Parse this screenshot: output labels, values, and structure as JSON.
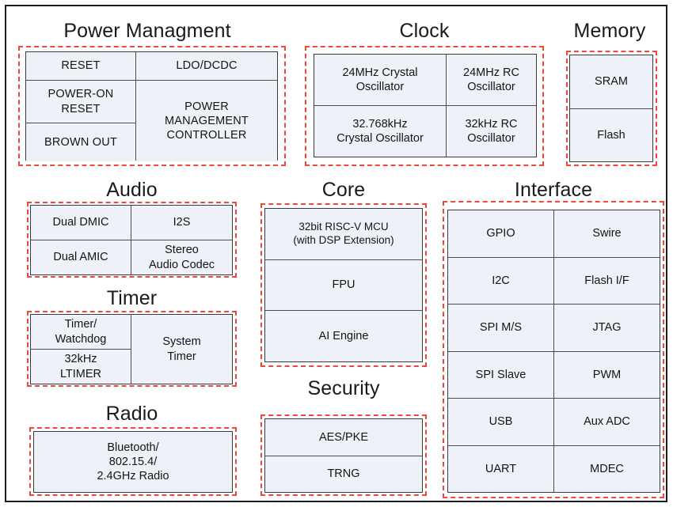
{
  "diagram": {
    "type": "soc-block-diagram",
    "frame_color": "#1d1d1d",
    "group_border_color": "#f2453d",
    "block_fill_color": "#eef1f7",
    "block_border_color": "#3a3a3a",
    "groups": [
      {
        "id": "power-management",
        "title": "Power Managment",
        "blocks": [
          {
            "label": "RESET"
          },
          {
            "label": "LDO/DCDC"
          },
          {
            "label": "POWER-ON\nRESET"
          },
          {
            "label": "POWER\nMANAGEMENT\nCONTROLLER"
          },
          {
            "label": "BROWN OUT"
          }
        ]
      },
      {
        "id": "clock",
        "title": "Clock",
        "blocks": [
          {
            "label": "24MHz Crystal\nOscillator"
          },
          {
            "label": "24MHz RC\nOscillator"
          },
          {
            "label": "32.768kHz\nCrystal Oscillator"
          },
          {
            "label": "32kHz RC\nOscillator"
          }
        ]
      },
      {
        "id": "memory",
        "title": "Memory",
        "blocks": [
          {
            "label": "SRAM"
          },
          {
            "label": "Flash"
          }
        ]
      },
      {
        "id": "audio",
        "title": "Audio",
        "blocks": [
          {
            "label": "Dual DMIC"
          },
          {
            "label": "I2S"
          },
          {
            "label": "Dual AMIC"
          },
          {
            "label": "Stereo\nAudio Codec"
          }
        ]
      },
      {
        "id": "timer",
        "title": "Timer",
        "blocks": [
          {
            "label": "Timer/\nWatchdog"
          },
          {
            "label": "System\nTimer"
          },
          {
            "label": "32kHz\nLTIMER"
          }
        ]
      },
      {
        "id": "radio",
        "title": "Radio",
        "blocks": [
          {
            "label": "Bluetooth/\n802.15.4/\n2.4GHz Radio"
          }
        ]
      },
      {
        "id": "core",
        "title": "Core",
        "blocks": [
          {
            "label": "32bit RISC-V MCU\n(with DSP Extension)"
          },
          {
            "label": "FPU"
          },
          {
            "label": "AI Engine"
          }
        ]
      },
      {
        "id": "security",
        "title": "Security",
        "blocks": [
          {
            "label": "AES/PKE"
          },
          {
            "label": "TRNG"
          }
        ]
      },
      {
        "id": "interface",
        "title": "Interface",
        "blocks": [
          {
            "label": "GPIO"
          },
          {
            "label": "Swire"
          },
          {
            "label": "I2C"
          },
          {
            "label": "Flash I/F"
          },
          {
            "label": "SPI M/S"
          },
          {
            "label": "JTAG"
          },
          {
            "label": "SPI Slave"
          },
          {
            "label": "PWM"
          },
          {
            "label": "USB"
          },
          {
            "label": "Aux ADC"
          },
          {
            "label": "UART"
          },
          {
            "label": "MDEC"
          }
        ]
      }
    ]
  }
}
